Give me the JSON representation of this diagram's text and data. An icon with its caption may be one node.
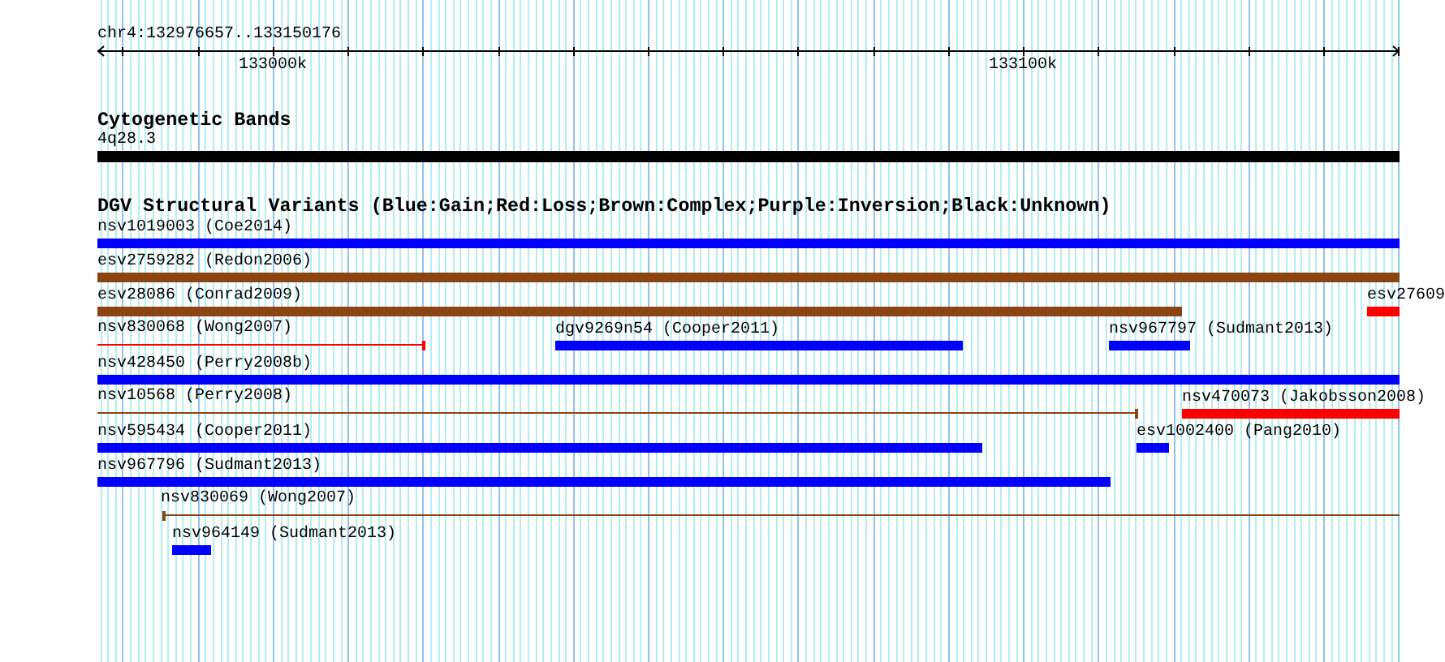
{
  "diagram": {
    "nodes": [
      {
        "text": [
          "4q28.3"
        ]
      },
      {
        "text": [
          "nsv1019003 (Coe2014)"
        ]
      },
      {
        "text": [
          "esv2759282 (Redon2006)"
        ]
      },
      {
        "text": [
          "esv28086 (Conrad2009)"
        ]
      },
      {
        "text": [
          "esv27609"
        ]
      },
      {
        "text": [
          "nsv830068 (Wong2007)"
        ]
      },
      {
        "text": [
          "dgv9269n54 (Cooper2011)"
        ]
      },
      {
        "text": [
          "nsv967797 (Sudmant2013)"
        ]
      },
      {
        "text": [
          "nsv428450 (Perry2008b)"
        ]
      },
      {
        "text": [
          "nsv10568 (Perry2008)"
        ]
      },
      {
        "text": [
          "nsv470073 (Jakobsson2008)"
        ]
      },
      {
        "text": [
          "nsv595434 (Cooper2011)"
        ]
      },
      {
        "text": [
          "esv1002400 (Pang2010)"
        ]
      },
      {
        "text": [
          "nsv967796 (Sudmant2013)"
        ]
      },
      {
        "text": [
          "nsv830069 (Wong2007)"
        ]
      },
      {
        "text": [
          "nsv964149 (Sudmant2013)"
        ]
      }
    ],
    "labels": [
      "chr4:132976657..133150176",
      "133000k",
      "133100k",
      "Cytogenetic Bands",
      "DGV Structural Variants (Blue:Gain;Red:Loss;Brown:Complex;Purple:Inversion;Black:Unknown)"
    ]
  }
}
